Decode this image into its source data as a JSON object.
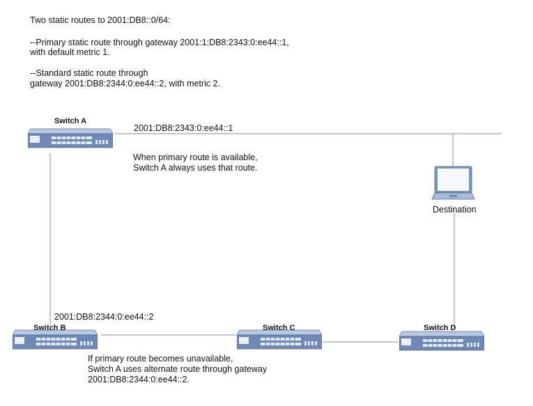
{
  "intro": {
    "line1": "Two static routes to 2001:DB8::0/64:",
    "line2": "--Primary static route through gateway 2001:1:DB8:2343:0:ee44::1,",
    "line3": "with default metric 1.",
    "line4": "--Standard static route through",
    "line5": "gateway 2001:DB8:2344:0:ee44::2, with metric 2."
  },
  "nodes": {
    "switch_a": "Switch A",
    "switch_b": "Switch B",
    "switch_c": "Switch C",
    "switch_d": "Switch D",
    "destination": "Destination"
  },
  "links": {
    "primary_gateway": "2001:DB8:2343:0:ee44::1",
    "alternate_gateway": "2001:DB8:2344:0:ee44::2"
  },
  "notes": {
    "primary_line1": "When primary route is available,",
    "primary_line2": "Switch A always uses that route.",
    "alternate_line1": "If primary route becomes unavailable,",
    "alternate_line2": "Switch A uses alternate route through gateway",
    "alternate_line3": "2001:DB8:2344:0:ee44::2."
  },
  "colors": {
    "wire": "#888888",
    "switch_body": "#6f88b4",
    "switch_light": "#b8c8e2",
    "laptop": "#7a96c4"
  },
  "icons": {
    "switch": "network-switch-icon",
    "destination": "laptop-icon"
  }
}
